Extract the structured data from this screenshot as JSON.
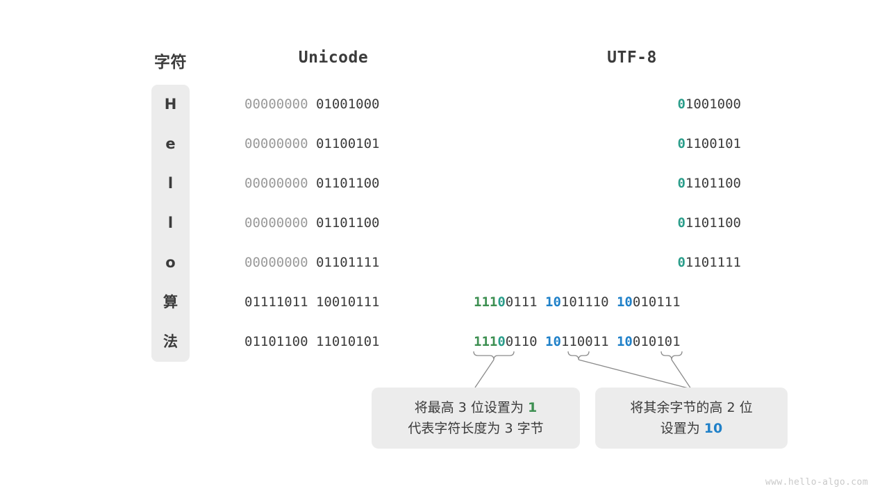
{
  "headers": {
    "char": "字符",
    "unicode": "Unicode",
    "utf8": "UTF-8"
  },
  "rows": [
    {
      "char": "H",
      "unicode_high": "00000000",
      "unicode_low": "01001000",
      "utf8_type": "ascii",
      "utf8_lead": "0",
      "utf8_rest": "1001000"
    },
    {
      "char": "e",
      "unicode_high": "00000000",
      "unicode_low": "01100101",
      "utf8_type": "ascii",
      "utf8_lead": "0",
      "utf8_rest": "1100101"
    },
    {
      "char": "l",
      "unicode_high": "00000000",
      "unicode_low": "01101100",
      "utf8_type": "ascii",
      "utf8_lead": "0",
      "utf8_rest": "1101100"
    },
    {
      "char": "l",
      "unicode_high": "00000000",
      "unicode_low": "01101100",
      "utf8_type": "ascii",
      "utf8_lead": "0",
      "utf8_rest": "1101100"
    },
    {
      "char": "o",
      "unicode_high": "00000000",
      "unicode_low": "01101111",
      "utf8_type": "ascii",
      "utf8_lead": "0",
      "utf8_rest": "1101111"
    },
    {
      "char": "算",
      "unicode_high": "01111011",
      "unicode_low": "10010111",
      "utf8_type": "three-byte",
      "b1_marker": "111",
      "b1_zero": "0",
      "b1_rest": "0111",
      "b2_marker": "10",
      "b2_rest": "101110",
      "b3_marker": "10",
      "b3_rest": "010111"
    },
    {
      "char": "法",
      "unicode_high": "01101100",
      "unicode_low": "11010101",
      "utf8_type": "three-byte",
      "b1_marker": "111",
      "b1_zero": "0",
      "b1_rest": "0110",
      "b2_marker": "10",
      "b2_rest": "110011",
      "b3_marker": "10",
      "b3_rest": "010101"
    }
  ],
  "callouts": {
    "left": {
      "line1_pre": "将最高 3 位设置为 ",
      "line1_hl": "1",
      "line2": "代表字符长度为 3 字节"
    },
    "right": {
      "line1": "将其余字节的高 2 位",
      "line2_pre": "设置为 ",
      "line2_hl": "10"
    }
  },
  "watermark": "www.hello-algo.com",
  "colors": {
    "green": "#3d8f51",
    "teal": "#2a9d8a",
    "blue": "#1f80c8",
    "dim": "#9a9a9a",
    "dark": "#3b3b3b",
    "pill_bg": "#ececec",
    "watermark": "#c9c9c9"
  }
}
